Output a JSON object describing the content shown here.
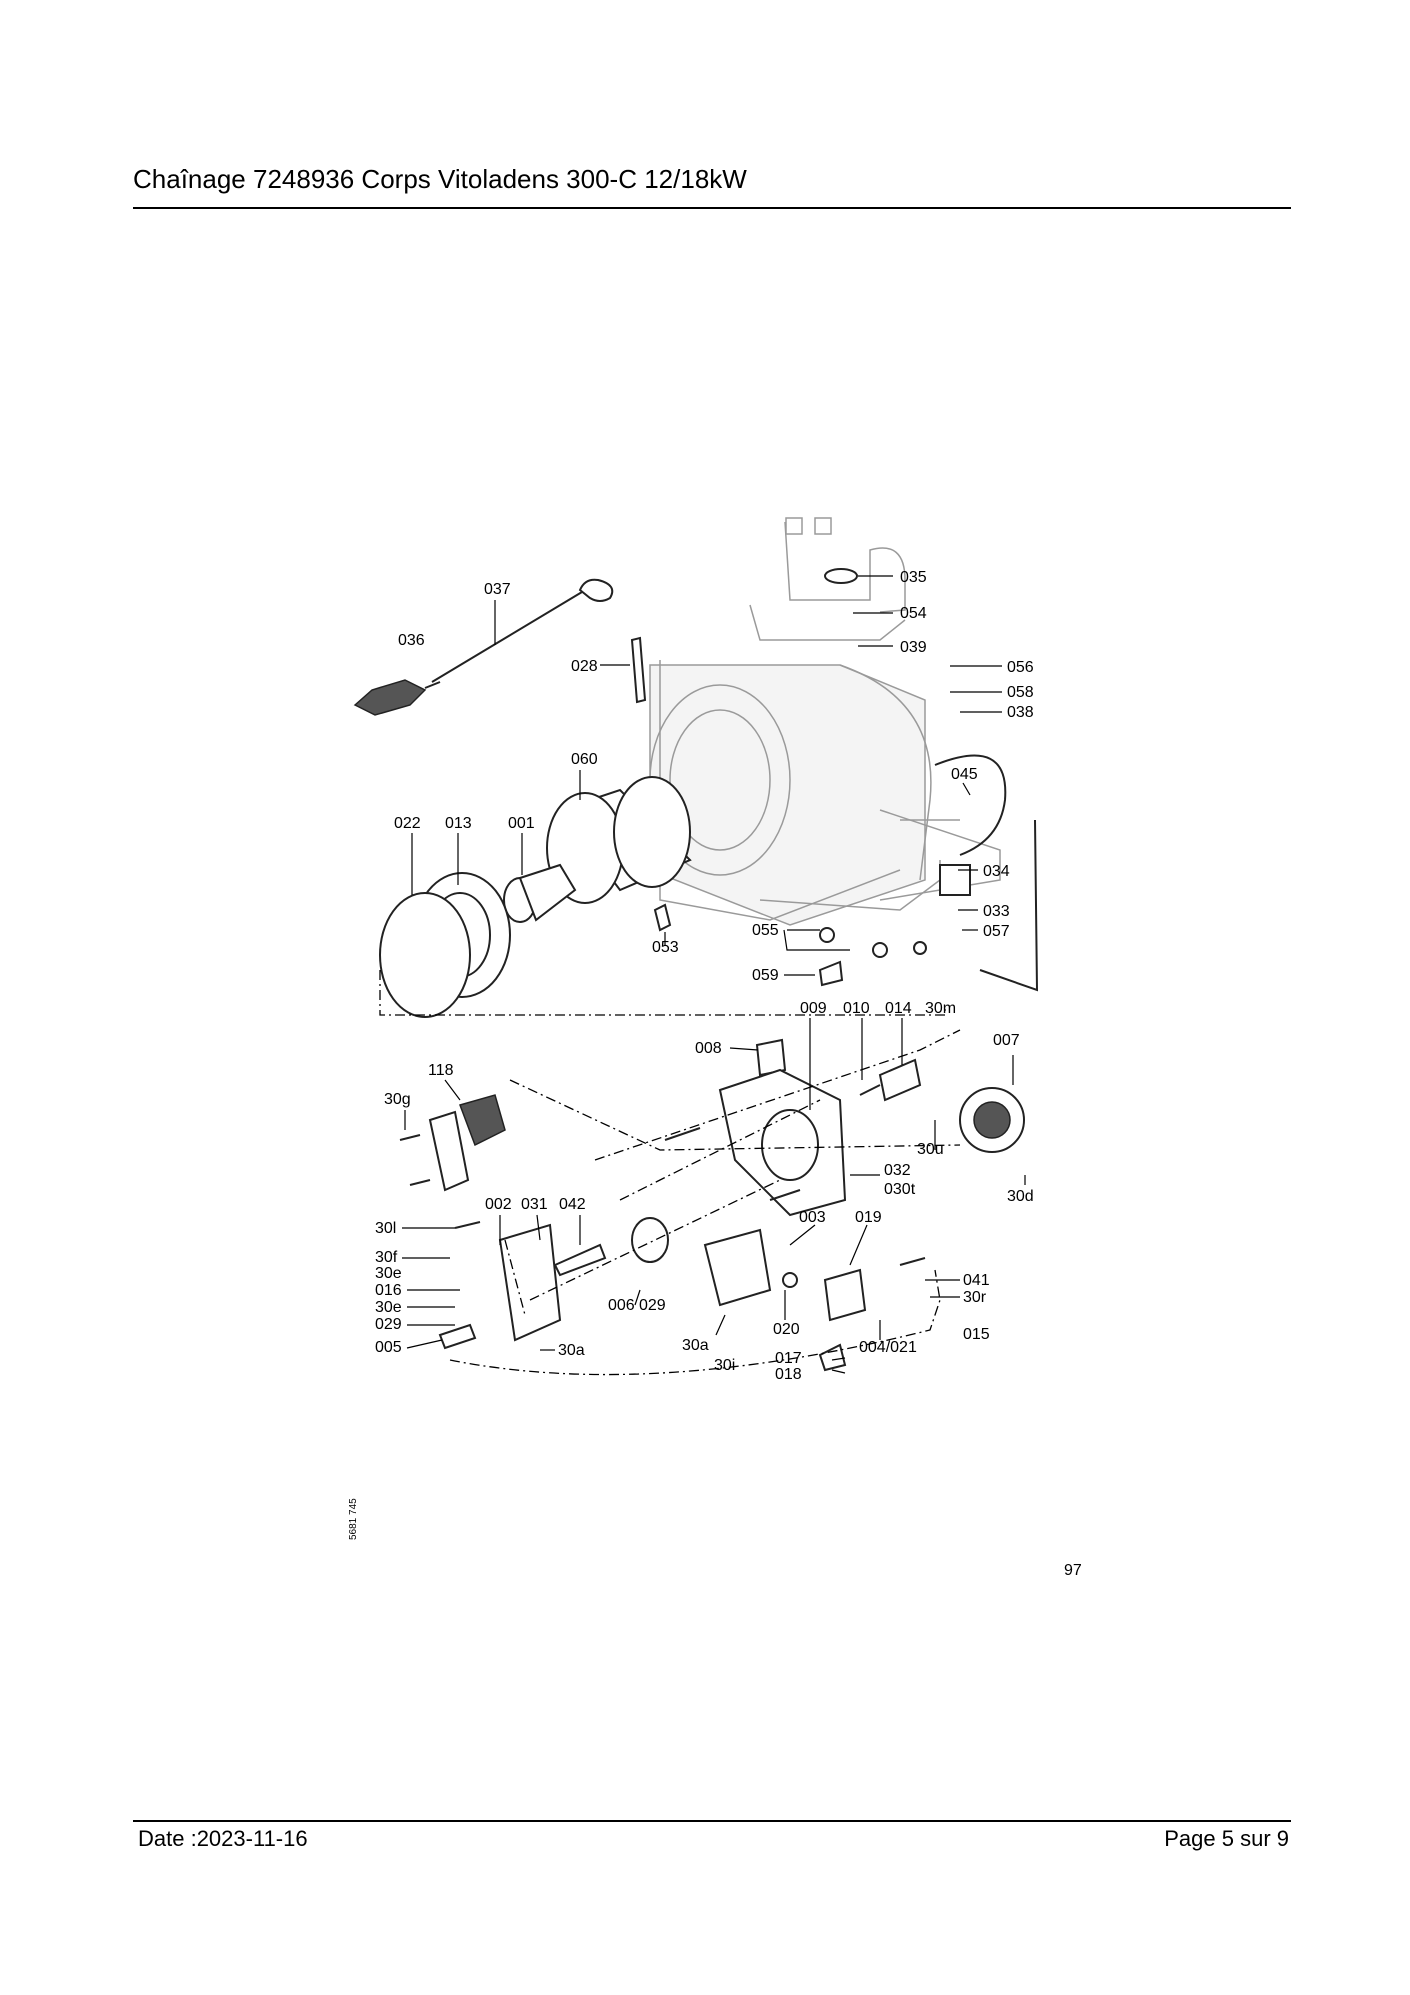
{
  "header": {
    "title": "Chaînage 7248936 Corps Vitoladens 300-C 12/18kW"
  },
  "footer": {
    "date": "Date :2023-11-16",
    "page": "Page 5 sur  9"
  },
  "diagram": {
    "labels": {
      "l035": "035",
      "l054": "054",
      "l039": "039",
      "l056": "056",
      "l058": "058",
      "l038": "038",
      "l037": "037",
      "l036": "036",
      "l028": "028",
      "l060": "060",
      "l045": "045",
      "l022": "022",
      "l013": "013",
      "l001": "001",
      "l034": "034",
      "l033": "033",
      "l057": "057",
      "l053": "053",
      "l055": "055",
      "l059": "059",
      "l009": "009",
      "l010": "010",
      "l014": "014",
      "l30m": "30m",
      "l007": "007",
      "l008": "008",
      "l118": "118",
      "l30g": "30g",
      "l30u": "30u",
      "l032": "032",
      "l030t": "030t",
      "l30d": "30d",
      "l002": "002",
      "l031": "031",
      "l042": "042",
      "l003": "003",
      "l019": "019",
      "l30l": "30l",
      "l30f": "30f",
      "l30e1": "30e",
      "l016": "016",
      "l30e2": "30e",
      "l029a": "029",
      "l005": "005",
      "l30a1": "30a",
      "l006": "006",
      "l029b": "029",
      "l30a2": "30a",
      "l30i": "30i",
      "l020": "020",
      "l041": "041",
      "l30r": "30r",
      "l004021": "004/021",
      "l015": "015",
      "l017": "017",
      "l018": "018"
    },
    "side_code": "5681 745",
    "page_number": "97"
  }
}
